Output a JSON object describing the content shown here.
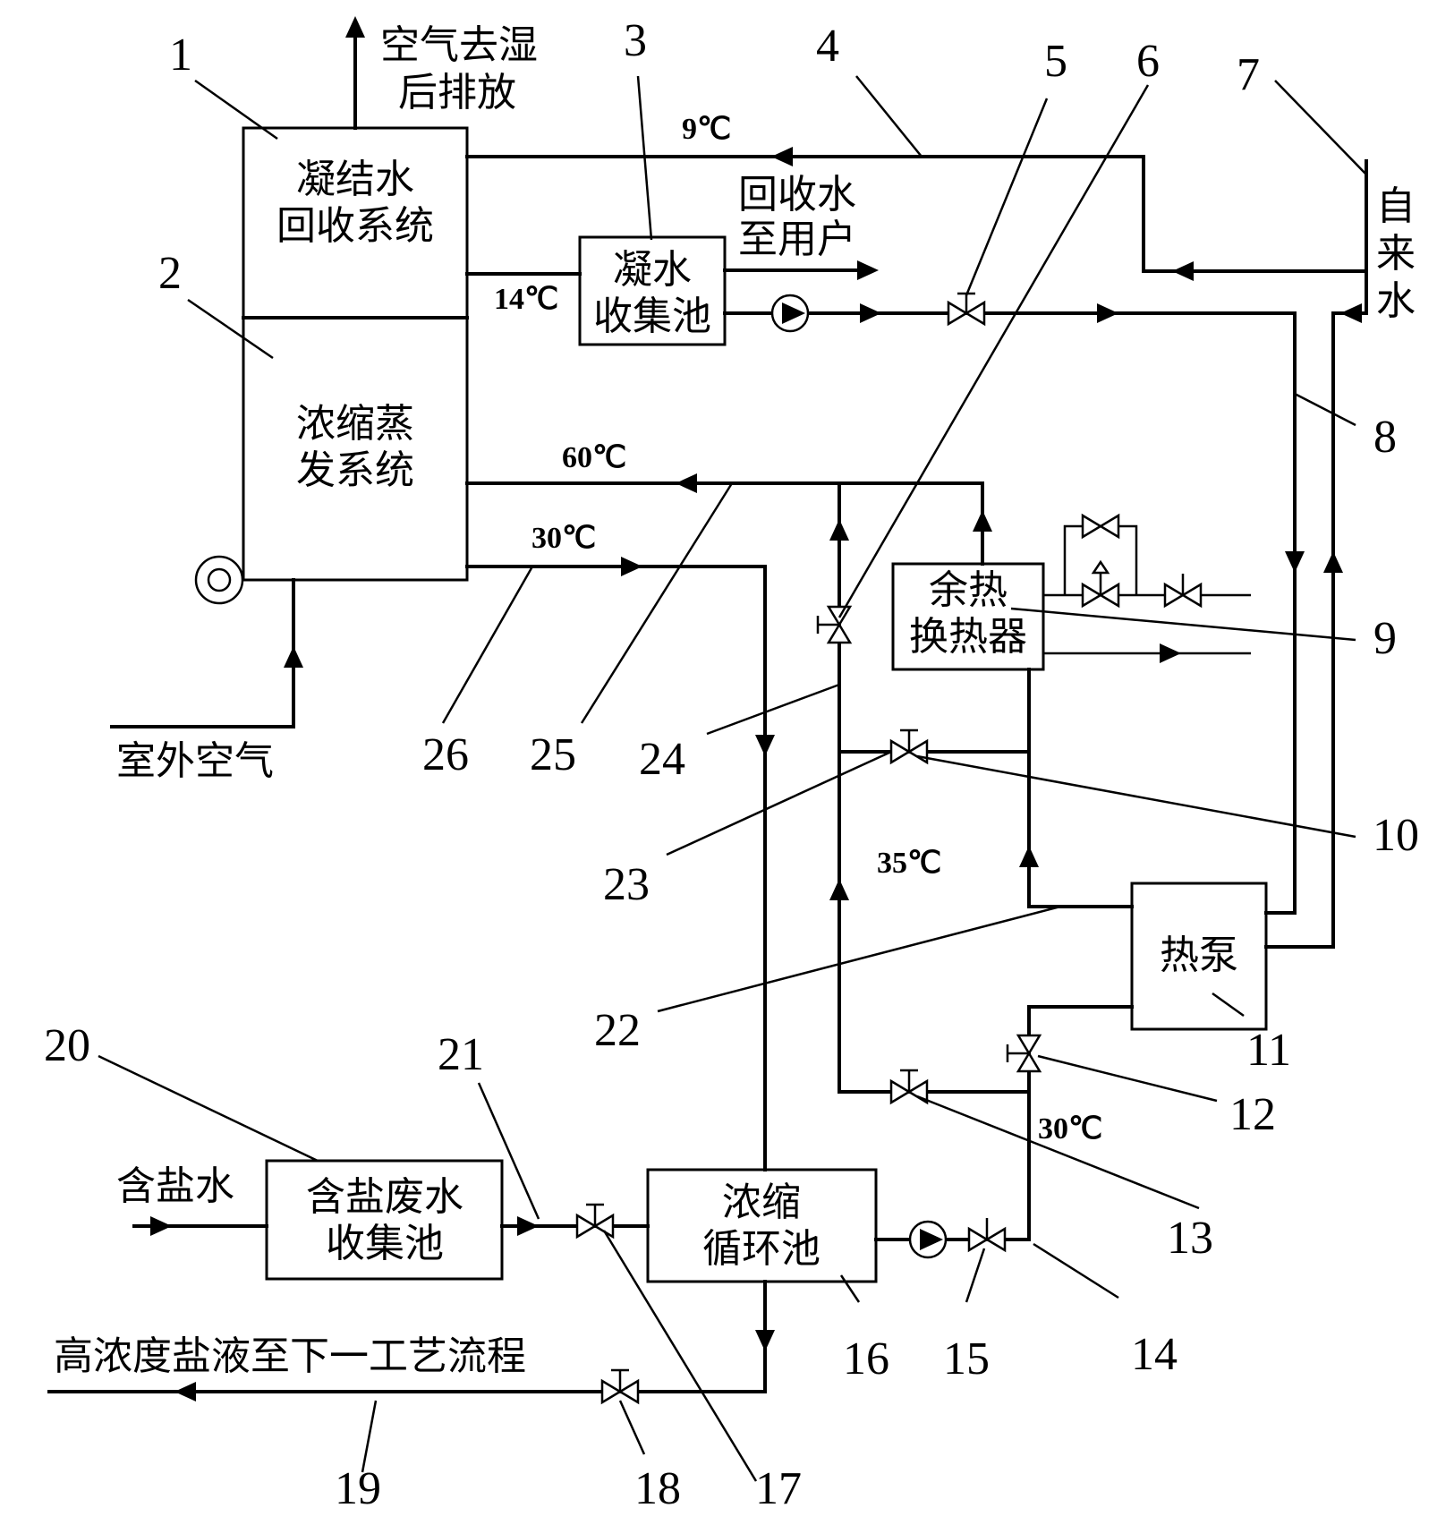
{
  "components": {
    "c1": "凝结水",
    "c1b": "回收系统",
    "c2": "浓缩蒸",
    "c2b": "发系统",
    "c3": "凝水",
    "c3b": "收集池",
    "c9": "余热",
    "c9b": "换热器",
    "c11": "热泵",
    "c16": "浓缩",
    "c16b": "循环池",
    "c20": "含盐废水",
    "c20b": "收集池"
  },
  "labels": {
    "exhaust1": "空气去湿",
    "exhaust2": "后排放",
    "recycled1": "回收水",
    "recycled2": "至用户",
    "tap1": "自",
    "tap2": "来",
    "tap3": "水",
    "outdoor_air": "室外空气",
    "saline_in": "含盐水",
    "brine_out": "高浓度盐液至下一工艺流程"
  },
  "temperatures": {
    "t9": "9℃",
    "t14": "14℃",
    "t60": "60℃",
    "t30a": "30℃",
    "t35": "35℃",
    "t30b": "30℃"
  },
  "numbers": [
    "1",
    "2",
    "3",
    "4",
    "5",
    "6",
    "7",
    "8",
    "9",
    "10",
    "11",
    "12",
    "13",
    "14",
    "15",
    "16",
    "17",
    "18",
    "19",
    "20",
    "21",
    "22",
    "23",
    "24",
    "25",
    "26"
  ]
}
